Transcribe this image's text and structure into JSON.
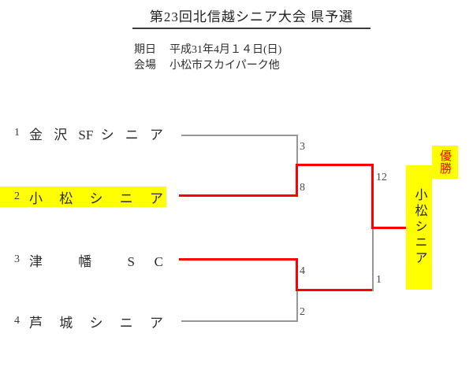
{
  "title": "第23回北信越シニア大会 県予選",
  "info": {
    "date_label": "期日",
    "date_value": "平成31年4月１４日(日)",
    "venue_label": "会場",
    "venue_value": "小松市スカイパーク他"
  },
  "teams": [
    {
      "seed": "1",
      "name": "金 沢 SF シ ニ ア",
      "highlight": false
    },
    {
      "seed": "2",
      "name": "小 松 シ ニ ア",
      "highlight": true
    },
    {
      "seed": "3",
      "name": "津 幡 S C",
      "highlight": false
    },
    {
      "seed": "4",
      "name": "芦 城 シ ニ ア",
      "highlight": false
    }
  ],
  "scores": {
    "sf1_top": "3",
    "sf1_bottom": "8",
    "sf2_top": "4",
    "sf2_bottom": "2",
    "final_top": "12",
    "final_bottom": "1"
  },
  "results": [
    {
      "match": "semifinal1",
      "teams": [
        "金沢SFシニア",
        "小松シニア"
      ],
      "score": [
        3,
        8
      ],
      "winner": "小松シニア"
    },
    {
      "match": "semifinal2",
      "teams": [
        "津幡SC",
        "芦城シニア"
      ],
      "score": [
        4,
        2
      ],
      "winner": "津幡SC"
    },
    {
      "match": "final",
      "teams": [
        "小松シニア",
        "津幡SC"
      ],
      "score": [
        12,
        1
      ],
      "winner": "小松シニア"
    }
  ],
  "champion": {
    "label": "優勝",
    "name": "小松シニア"
  },
  "colors": {
    "winner_path": "#ff0000",
    "bracket_line": "#969696",
    "highlight": "#ffff00",
    "winner_label_text": "#ff0000"
  }
}
